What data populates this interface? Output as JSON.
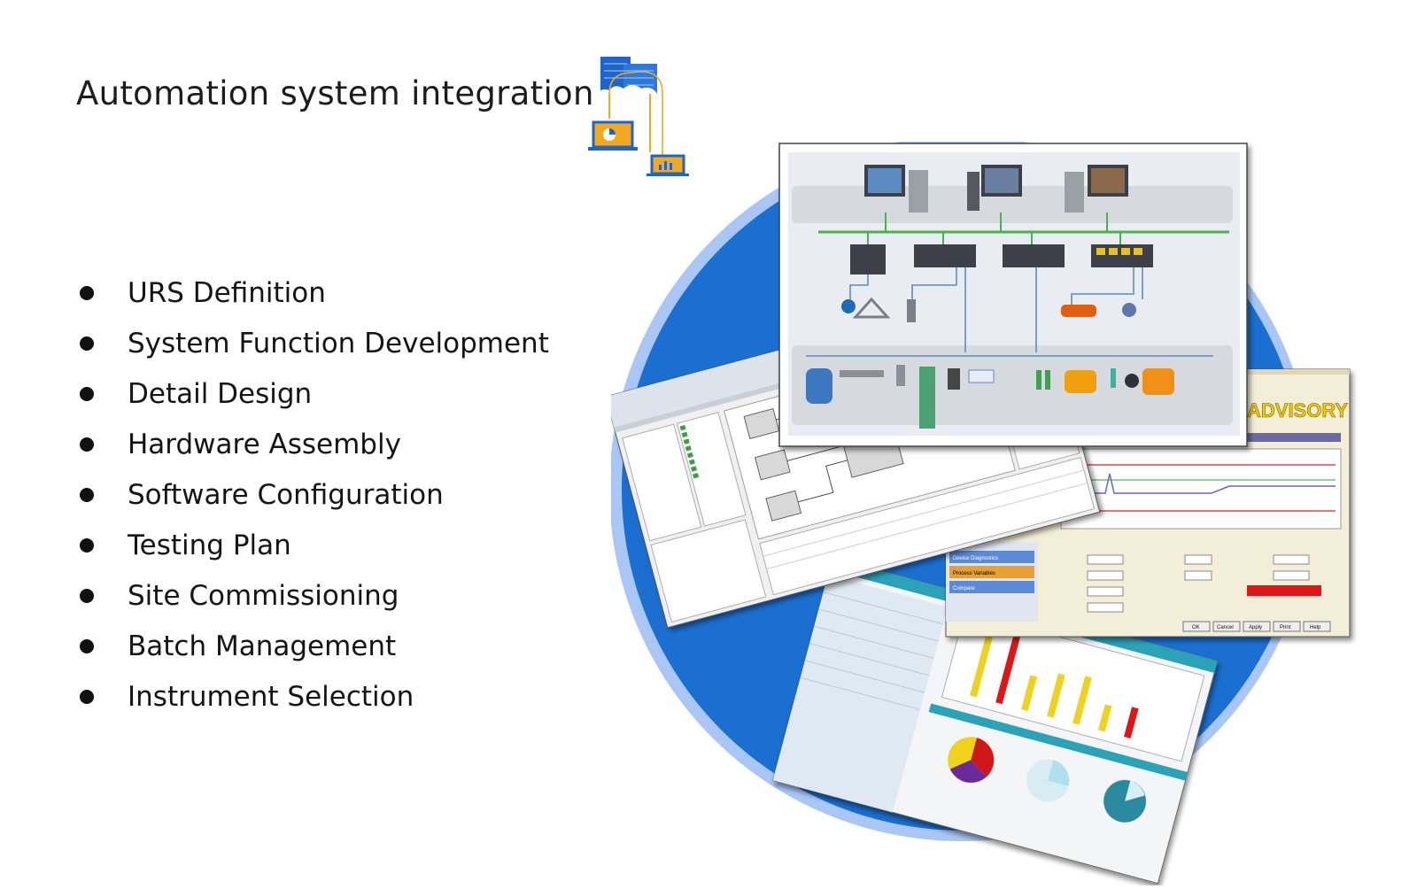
{
  "header": {
    "title": "Automation system integration"
  },
  "services": [
    {
      "label": "URS Definition"
    },
    {
      "label": "System Function Development"
    },
    {
      "label": "Detail Design"
    },
    {
      "label": "Hardware Assembly"
    },
    {
      "label": "Software Configuration"
    },
    {
      "label": "Testing Plan"
    },
    {
      "label": "Site Commissioning"
    },
    {
      "label": "Batch Management"
    },
    {
      "label": "Instrument Selection"
    }
  ],
  "collage": {
    "advisory_label": "ADVISORY",
    "buttons": [
      "OK",
      "Cancel",
      "Apply",
      "Print",
      "Help"
    ],
    "menu_items": [
      "Device Diagnostics",
      "Process Variables",
      "Compare"
    ]
  },
  "colors": {
    "circle": "#1a6fd0",
    "circle_ring": "#a9c6f5",
    "logo_blue": "#1e63c8",
    "logo_orange": "#f4a820"
  },
  "icons": {
    "logo": "cloud-servers-laptop-icon"
  }
}
